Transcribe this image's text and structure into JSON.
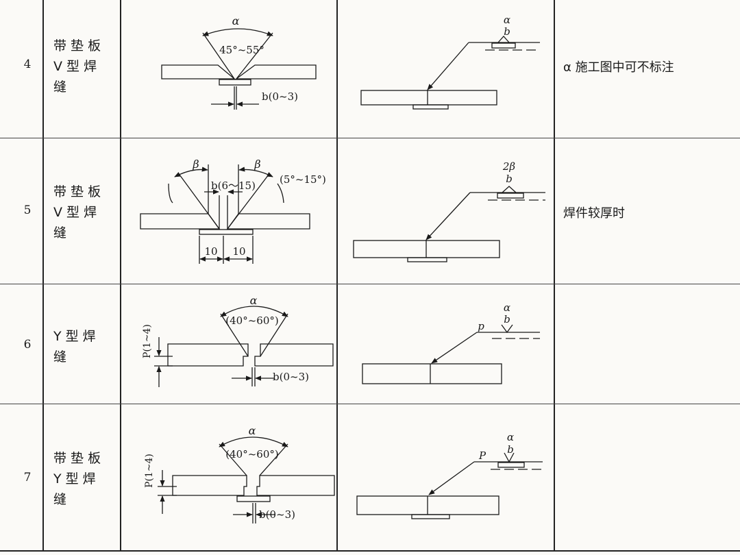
{
  "rows": [
    {
      "num": "4",
      "name_lines": [
        "带 垫 板",
        "V 型 焊",
        "缝"
      ],
      "diagram": {
        "alpha": "α",
        "angle_range": "45°~55°",
        "gap": "b(0~3)"
      },
      "symbol": {
        "top": "α",
        "bottom": "b"
      },
      "note": "α 施工图中可不标注"
    },
    {
      "num": "5",
      "name_lines": [
        "带 垫 板",
        "V 型 焊",
        "缝"
      ],
      "diagram": {
        "beta_left": "β",
        "beta_right": "β",
        "gap": "b(6～15)",
        "angle_range": "(5°~15°)",
        "width_left": "10",
        "width_right": "10"
      },
      "symbol": {
        "top": "2β",
        "bottom": "b"
      },
      "note": "焊件较厚时"
    },
    {
      "num": "6",
      "name_lines": [
        "Y 型 焊",
        "缝"
      ],
      "diagram": {
        "alpha": "α",
        "angle_range": "(40°~60°)",
        "root": "P(1~4)",
        "gap": "b(0~3)"
      },
      "symbol": {
        "top": "α",
        "bottom": "b",
        "left": "p"
      },
      "note": ""
    },
    {
      "num": "7",
      "name_lines": [
        "带 垫 板",
        "Y 型 焊",
        "缝"
      ],
      "diagram": {
        "alpha": "α",
        "angle_range": "(40°~60°)",
        "root": "P(1~4)",
        "gap": "b(0~3)"
      },
      "symbol": {
        "top": "α",
        "bottom": "b",
        "left": "P"
      },
      "note": ""
    }
  ]
}
